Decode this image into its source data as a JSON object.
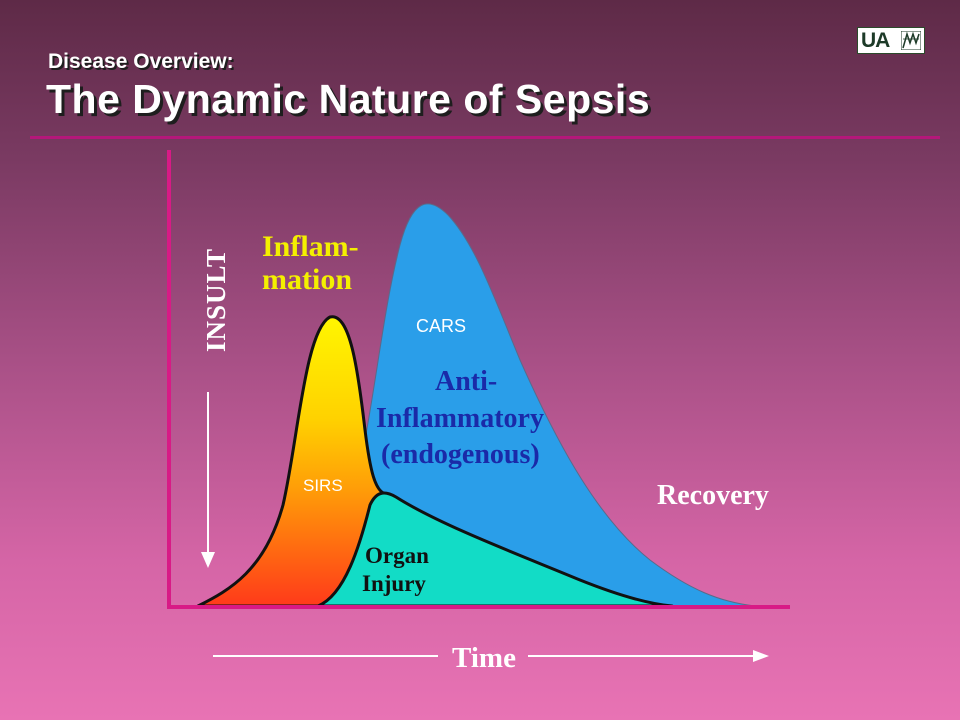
{
  "header": {
    "subtitle": "Disease Overview:",
    "title": "The Dynamic Nature of Sepsis",
    "logo_text": "UA"
  },
  "diagram": {
    "y_axis_label": "INSULT",
    "x_axis_label": "Time",
    "inflammation_label_line1": "Inflam-",
    "inflammation_label_line2": "mation",
    "sirs_label": "SIRS",
    "cars_label": "CARS",
    "anti_line1": "Anti-",
    "anti_line2": "Inflammatory",
    "anti_line3": "(endogenous)",
    "organ_line1": "Organ",
    "organ_line2": "Injury",
    "recovery_label": "Recovery"
  },
  "colors": {
    "cars_fill": "#2a9ee9",
    "organ_fill": "#12dcc6",
    "inflammation_label": "#f4f000",
    "anti_label": "#1a2aa8",
    "axis": "#d81a86"
  }
}
